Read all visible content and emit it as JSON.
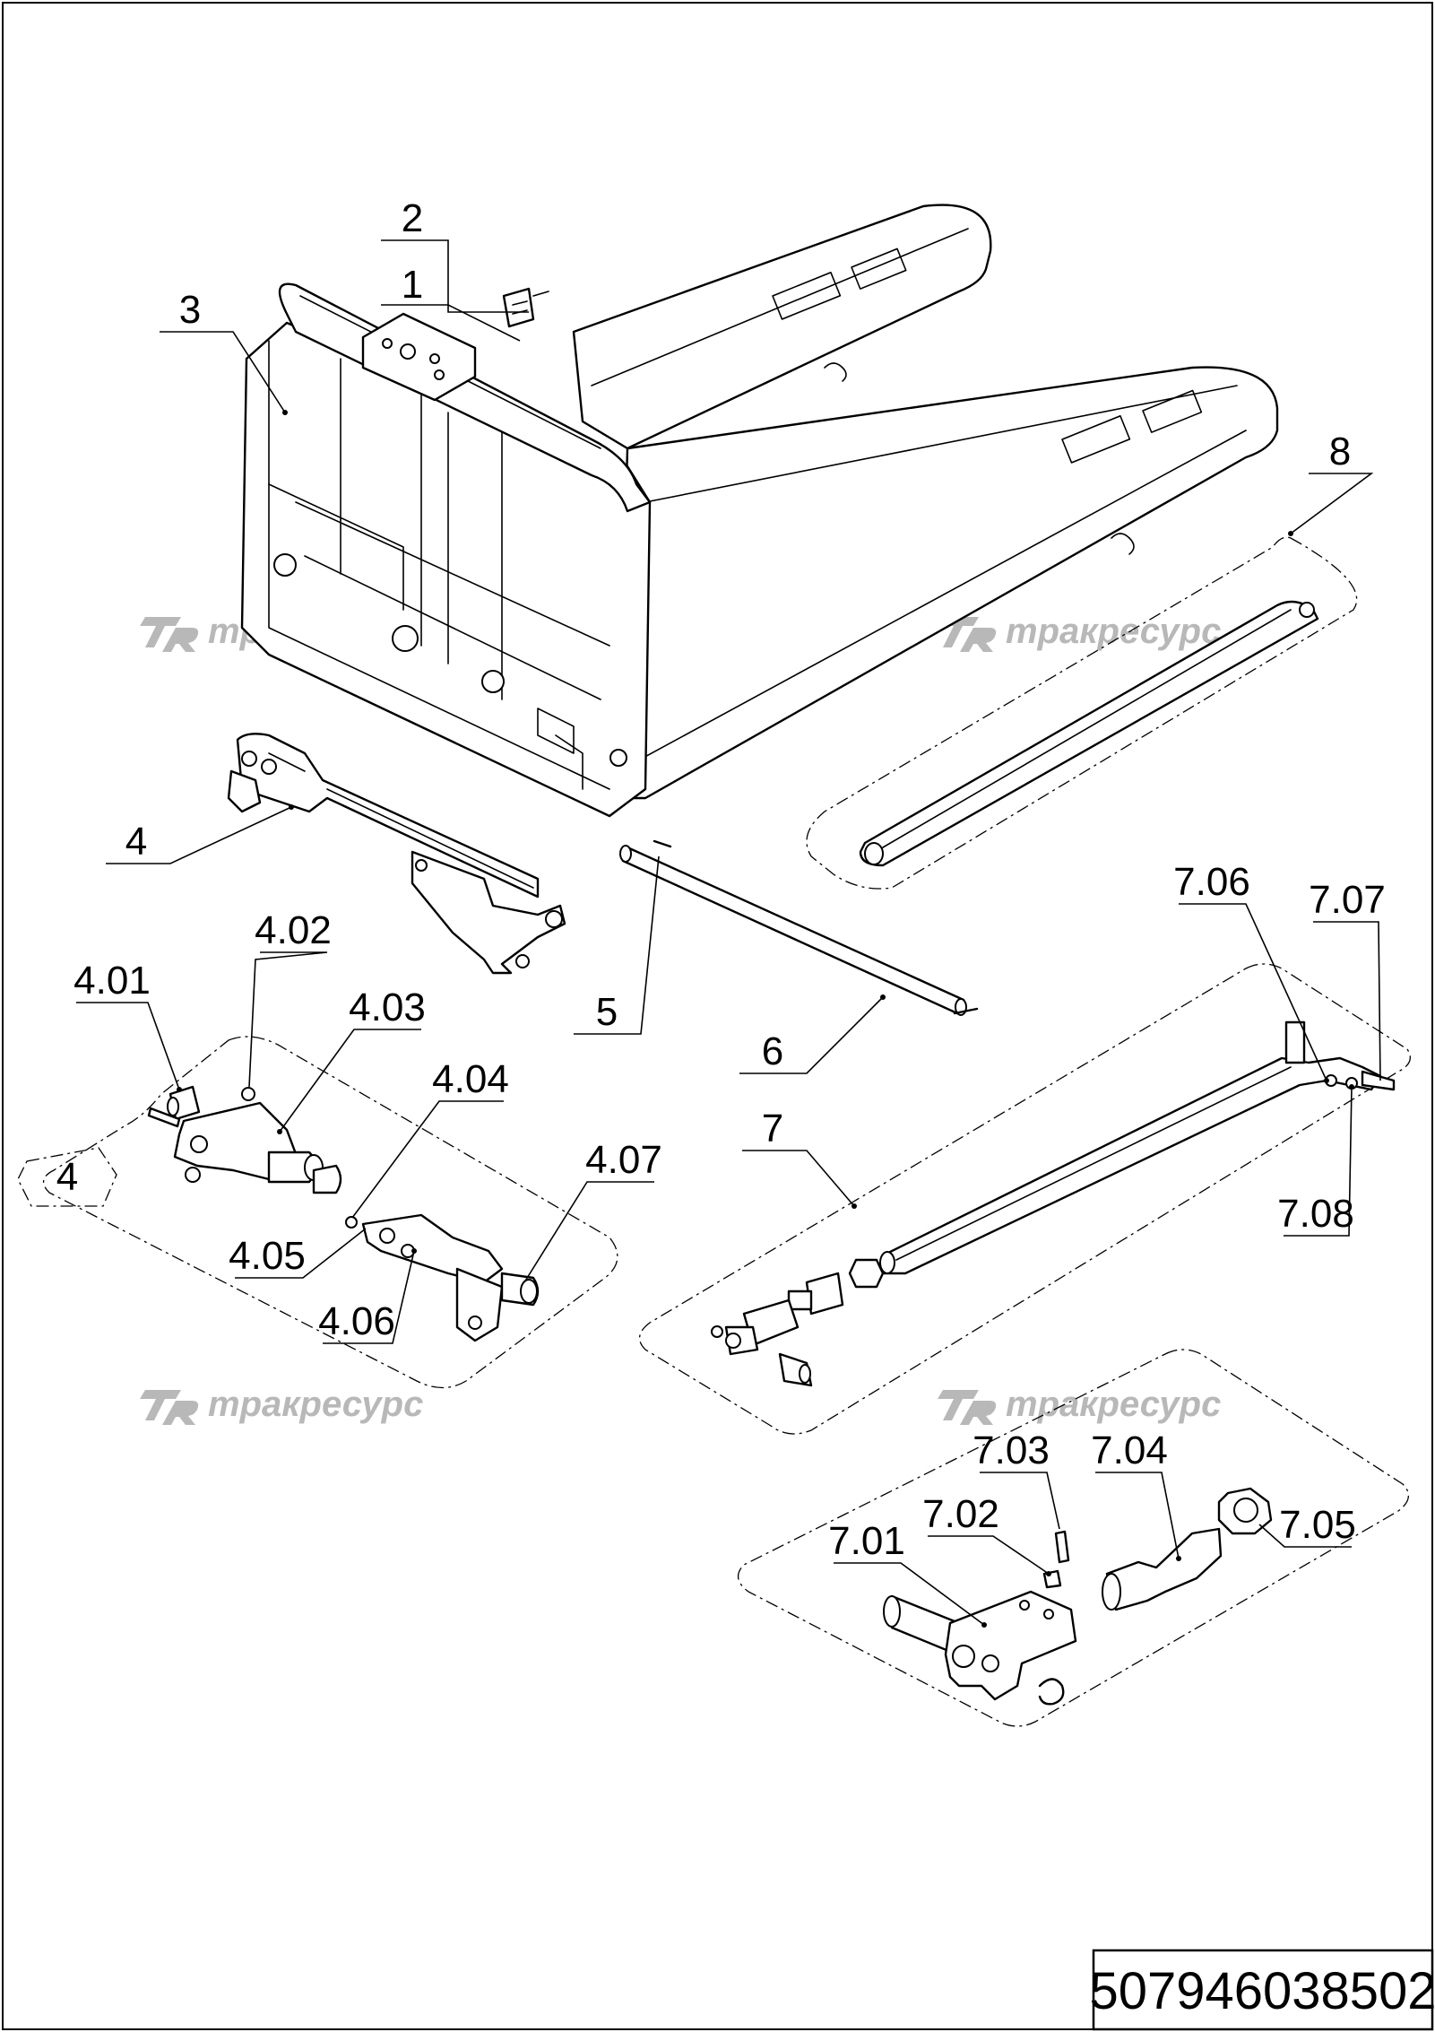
{
  "callouts": {
    "c1": "1",
    "c2": "2",
    "c3": "3",
    "c4": "4",
    "c5": "5",
    "c6": "6",
    "c7": "7",
    "c8": "8",
    "c4_01": "4.01",
    "c4_02": "4.02",
    "c4_03": "4.03",
    "c4_04": "4.04",
    "c4_05": "4.05",
    "c4_06": "4.06",
    "c4_07": "4.07",
    "c4_group": "4",
    "c7_01": "7.01",
    "c7_02": "7.02",
    "c7_03": "7.03",
    "c7_04": "7.04",
    "c7_05": "7.05",
    "c7_06": "7.06",
    "c7_07": "7.07",
    "c7_08": "7.08"
  },
  "watermark": {
    "text": "тракресурс",
    "logo": "TR-logo"
  },
  "document_number": "507946038502"
}
